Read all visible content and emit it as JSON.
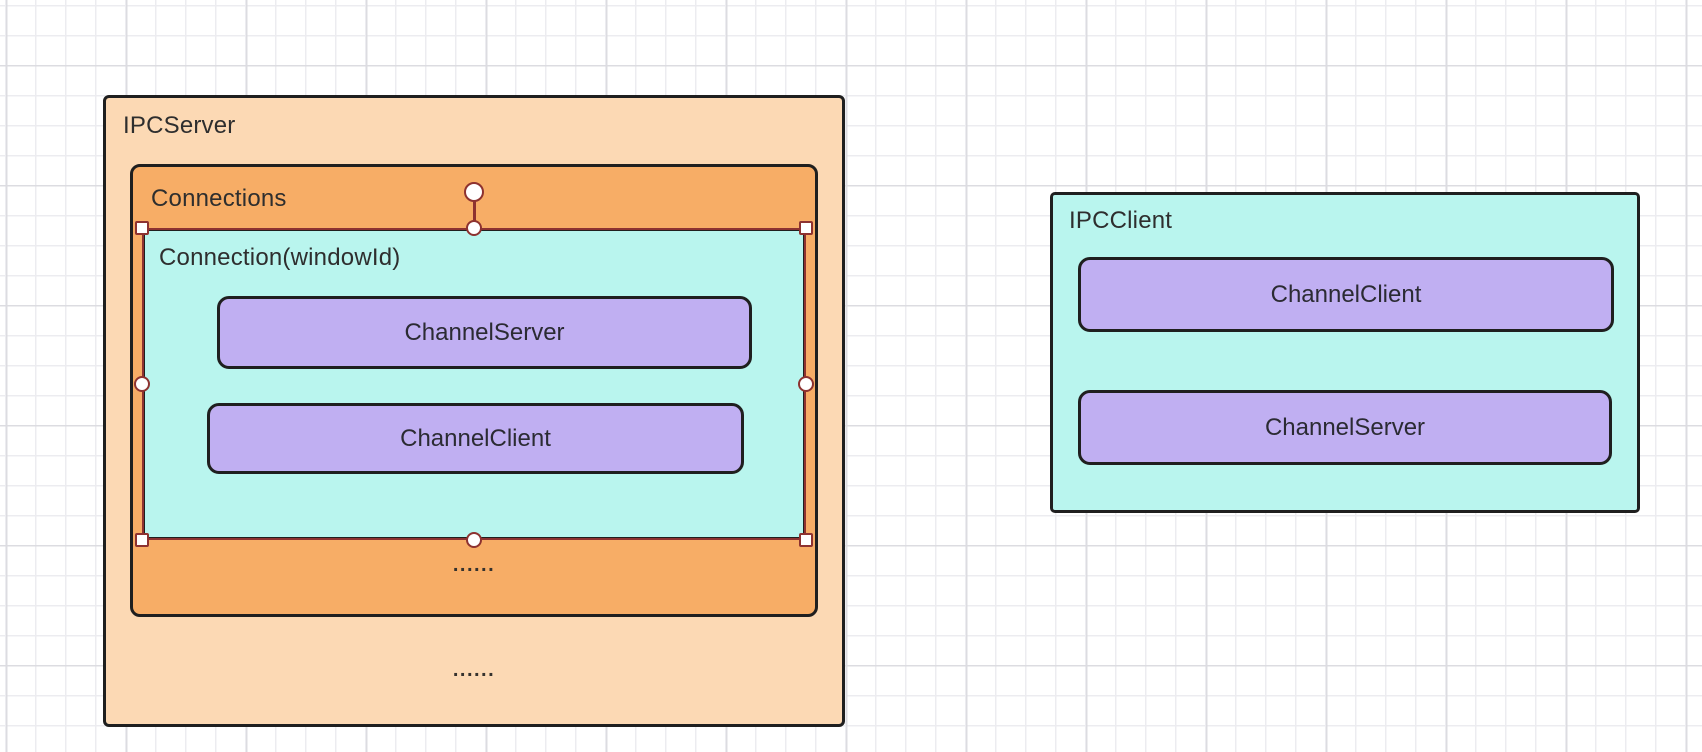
{
  "palette": {
    "grid_minor": "#ececf0",
    "grid_major": "#dcdce1",
    "stroke": "#1f1f1f",
    "selection": "#8d3230",
    "peach": "#fcd9b4",
    "orange": "#f7ad66",
    "cyan": "#b9f5ee",
    "purple": "#c0aff2"
  },
  "server": {
    "title": "IPCServer",
    "ellipsis": "......",
    "connections": {
      "title": "Connections",
      "ellipsis": "......",
      "connection": {
        "title": "Connection(windowId)",
        "channel_server": "ChannelServer",
        "channel_client": "ChannelClient"
      }
    }
  },
  "client": {
    "title": "IPCClient",
    "channel_client": "ChannelClient",
    "channel_server": "ChannelServer"
  }
}
